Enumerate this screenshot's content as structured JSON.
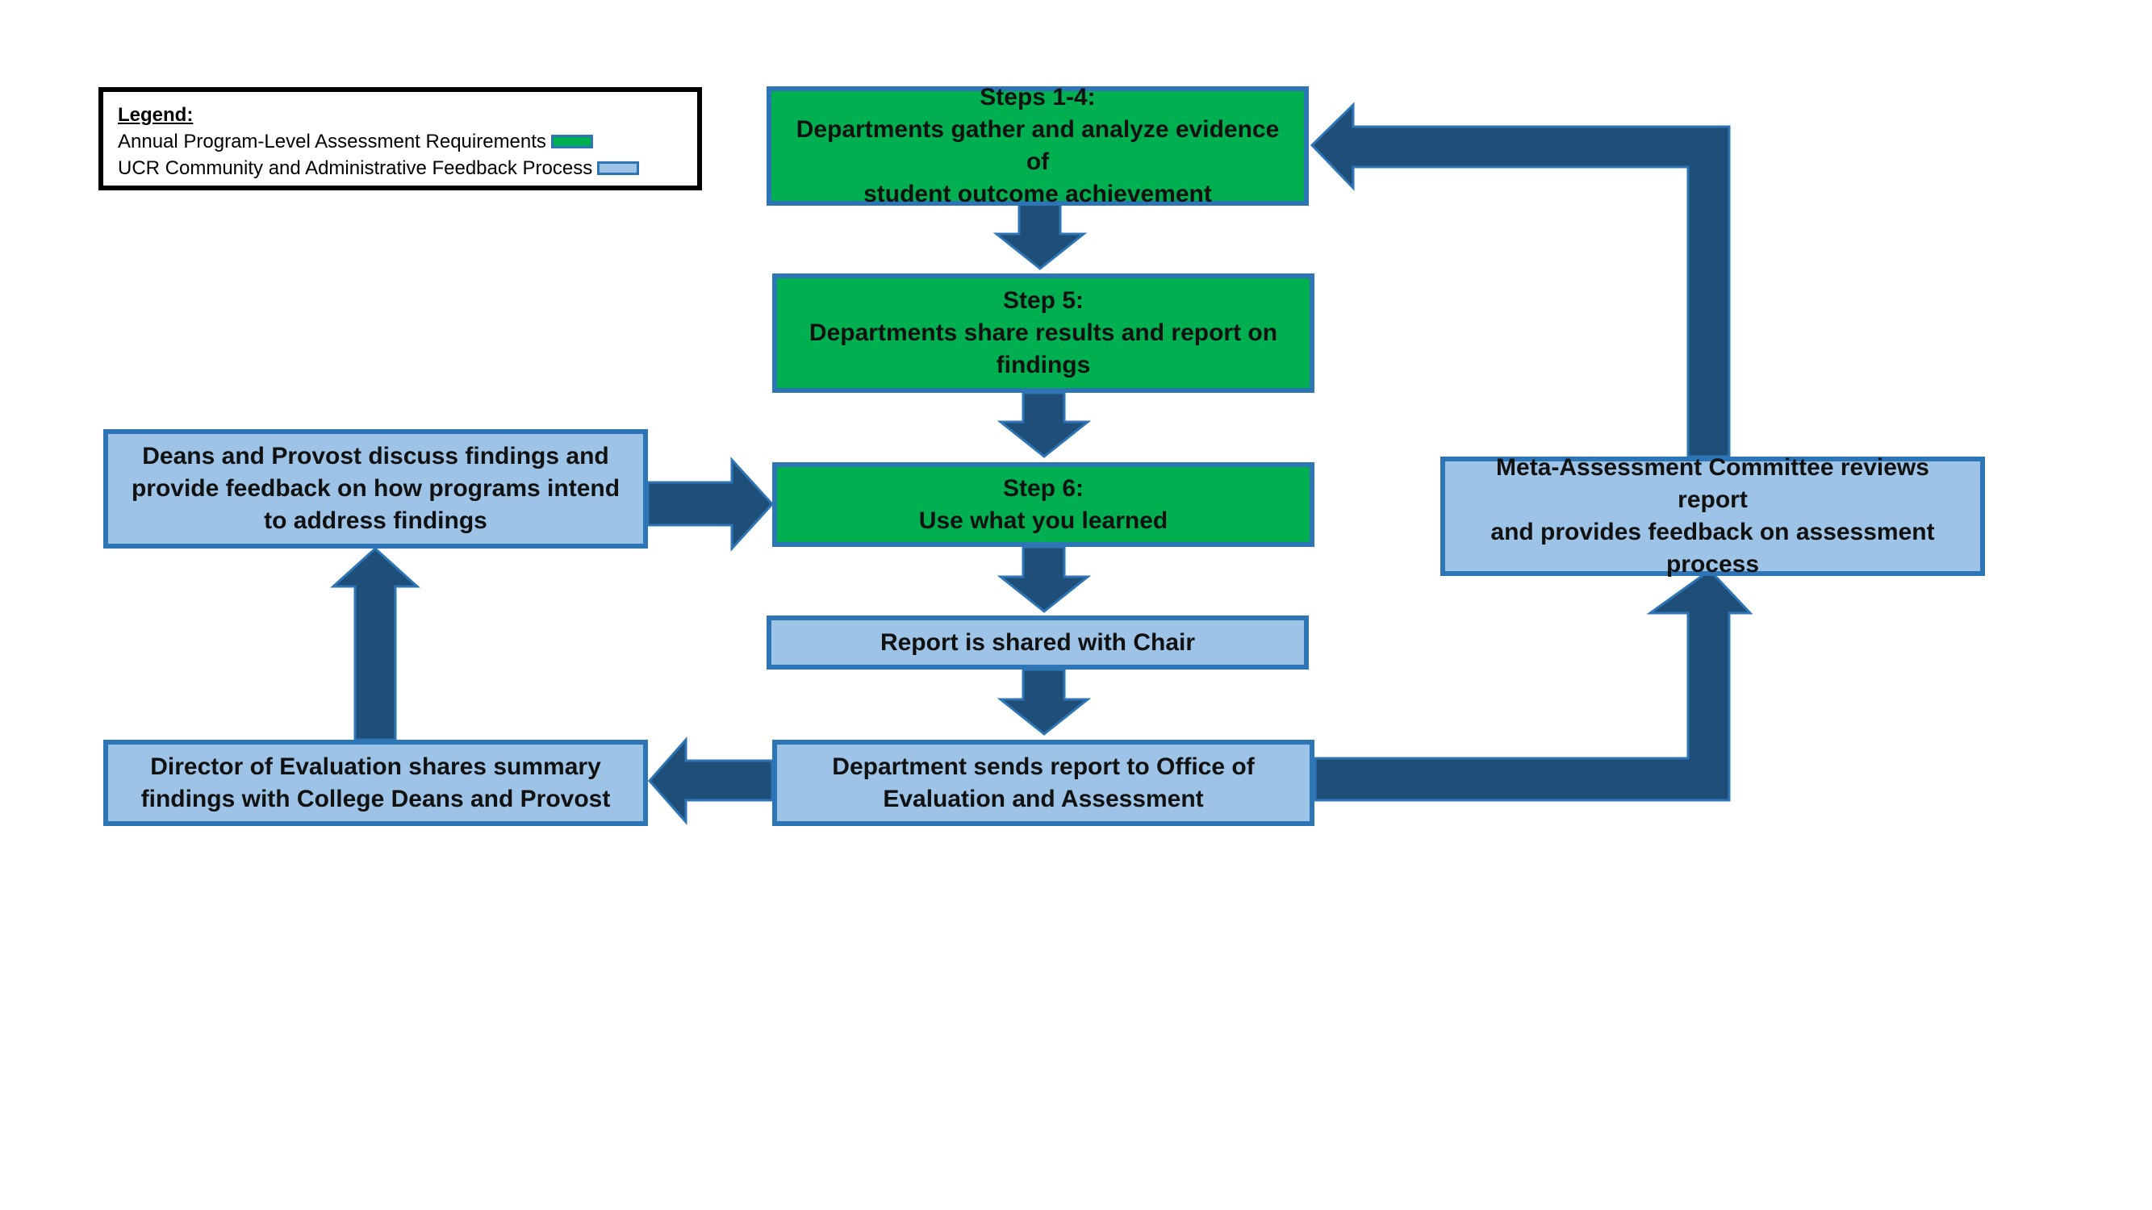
{
  "legend": {
    "title": "Legend:",
    "items": [
      {
        "label": "Annual Program-Level Assessment Requirements",
        "color": "#00B050"
      },
      {
        "label": "UCR Community and Administrative Feedback Process",
        "color": "#9DC3E6"
      }
    ]
  },
  "nodes": {
    "steps_1_4": {
      "lines": [
        "Steps 1-4:",
        "Departments gather and analyze evidence of",
        "student outcome achievement"
      ]
    },
    "step_5": {
      "lines": [
        "Step 5:",
        "Departments share results and report on",
        "findings"
      ]
    },
    "step_6": {
      "lines": [
        "Step 6:",
        "Use what you learned"
      ]
    },
    "report_chair": {
      "lines": [
        "Report is shared with Chair"
      ]
    },
    "dept_sends": {
      "lines": [
        "Department sends report to Office of",
        "Evaluation and Assessment"
      ]
    },
    "director": {
      "lines": [
        "Director of Evaluation shares summary",
        "findings with College Deans and Provost"
      ]
    },
    "deans": {
      "lines": [
        "Deans and Provost discuss findings and",
        "provide feedback on how programs intend",
        "to address findings"
      ]
    },
    "meta": {
      "lines": [
        "Meta-Assessment Committee reviews report",
        "and provides feedback on assessment",
        "process"
      ]
    }
  },
  "colors": {
    "requirement_fill": "#00B050",
    "feedback_fill": "#9DC3E6",
    "node_border": "#2E75B6",
    "arrow_fill": "#1F4E79"
  }
}
